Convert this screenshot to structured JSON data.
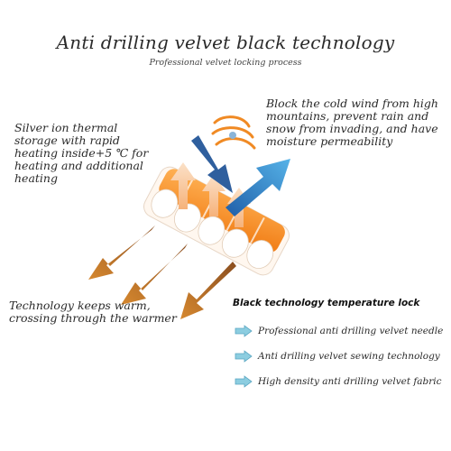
{
  "header": {
    "title": "Anti drilling velvet black technology",
    "subtitle": "Professional velvet locking process"
  },
  "callouts": {
    "silver_ion": "Silver ion thermal storage with rapid heating inside+5 ℃ for heating and additional heating",
    "block_wind": "Block the cold wind from high mountains, prevent rain and snow from invading, and have moisture permeability",
    "keeps_warm": "Technology keeps warm, crossing through the warmer"
  },
  "features": {
    "heading": "Black technology temperature lock",
    "items": [
      {
        "label": "Professional anti drilling velvet needle"
      },
      {
        "label": "Anti drilling velvet sewing technology"
      },
      {
        "label": "High density anti drilling velvet fabric"
      }
    ]
  },
  "colors": {
    "orange": "#f08a24",
    "brown_arrow": "#b86a2a",
    "blue_arrow": "#3a8fd0",
    "navy_arrow": "#2f5f9e",
    "feature_arrow": "#7ec3d8"
  },
  "icons": {
    "feature_marker": "right-arrow-icon",
    "wind": "wind-swirl-icon"
  }
}
